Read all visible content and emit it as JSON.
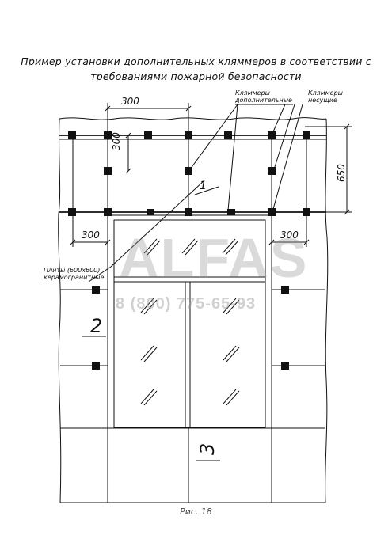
{
  "title_line1": "Пример установки дополнительных кляммеров в соответствии с",
  "title_line2": "требованиями пожарной безопасности",
  "labels": {
    "clamps_additional": "Кляммеры дополнительные",
    "clamps_bearing": "Кляммеры несущие",
    "plates": "Плиты (600x600) керамогранитные"
  },
  "dimensions": {
    "top_span": "300",
    "vertical_span": "300",
    "tier_height": "650",
    "left_offset": "300",
    "right_offset": "300"
  },
  "zone_numbers": {
    "zone1": "1",
    "zone2": "2",
    "zone3": "3"
  },
  "watermark": {
    "brand": "ALFAS",
    "phone": "8 (800) 775-65-93"
  },
  "caption": "Рис. 18",
  "colors": {
    "line": "#111111",
    "watermark": "#969696"
  }
}
